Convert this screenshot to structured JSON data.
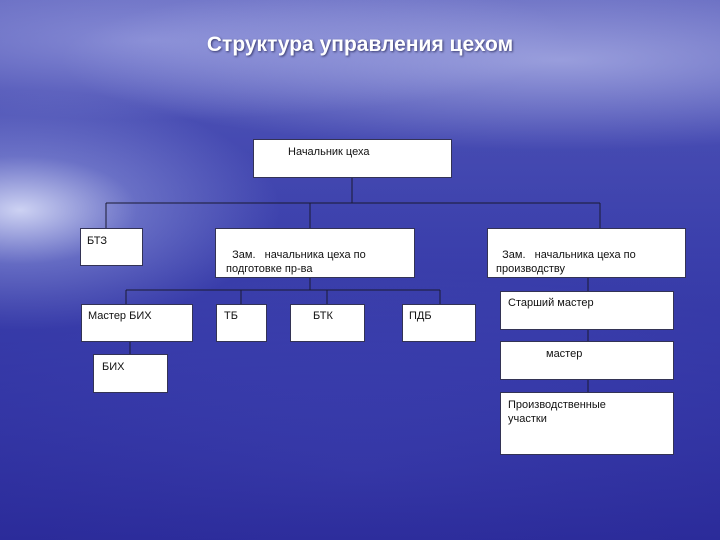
{
  "title": "Структура управления цехом",
  "nodes": {
    "head": "Начальник цеха",
    "btz": "БТЗ",
    "deputy_prep": "Зам.   начальника цеха по подготовке пр-ва",
    "deputy_prod": "Зам.   начальника цеха по производству",
    "master_bih": "Мастер БИХ",
    "tb": "ТБ",
    "btk": "БТК",
    "pdb": "ПДБ",
    "bih": "БИХ",
    "senior_master": "Старший мастер",
    "master": "мастер",
    "prod_sections": "Производственные участки"
  }
}
